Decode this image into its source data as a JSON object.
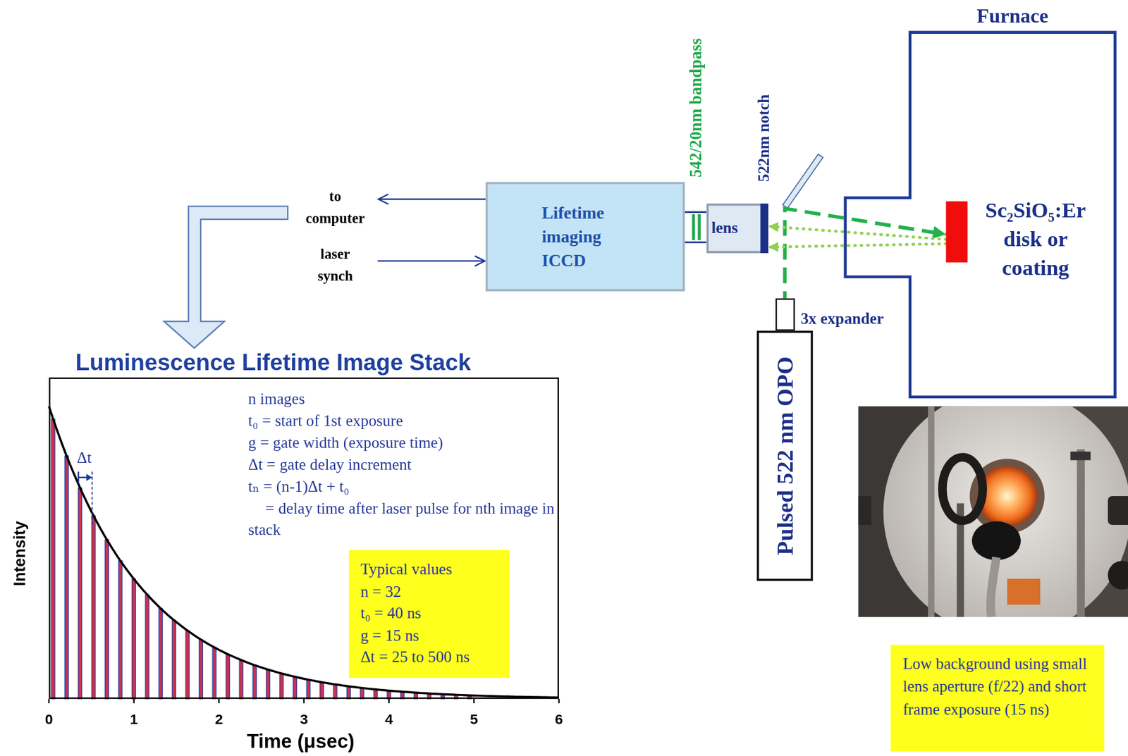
{
  "diagram": {
    "nodes": [
      {
        "text": [
          "Furnace"
        ]
      },
      {
        "text": [
          "Sc₂SiO₅:Er disk or coating"
        ],
        "in": 0
      },
      {
        "text": [
          "Lifetime imaging ICCD"
        ]
      },
      {
        "text": [
          "lens"
        ]
      },
      {
        "text": [
          "Pulsed 522 nm OPO"
        ]
      },
      {
        "text": [
          "n images",
          "t₀ = start of 1st exposure",
          "g = gate width (exposure time)",
          "Δt = gate delay increment",
          "tₙ = (n-1)Δt + t₀",
          "= delay time after laser pulse for nth image in stack"
        ]
      },
      {
        "text": [
          "Typical values",
          "n = 32",
          "t₀ = 40 ns",
          "g = 15 ns",
          "Δt = 25 to 500 ns"
        ],
        "in": 5
      },
      {
        "text": [
          "Low background using small lens aperture (f/22) and short frame exposure (15 ns)"
        ]
      }
    ],
    "edges": [
      {
        "from": 4,
        "to": 1,
        "arrow": "to"
      },
      {
        "from": 1,
        "to": 3,
        "arrow": "to"
      }
    ],
    "labels": [
      "to computer",
      "laser synch",
      "542/20nm bandpass",
      "522nm notch",
      "3x expander",
      "Luminescence Lifetime Image Stack",
      "Δt",
      "Intensity",
      "0",
      "1",
      "2",
      "3",
      "4",
      "5",
      "6",
      "Time (μsec)"
    ]
  }
}
